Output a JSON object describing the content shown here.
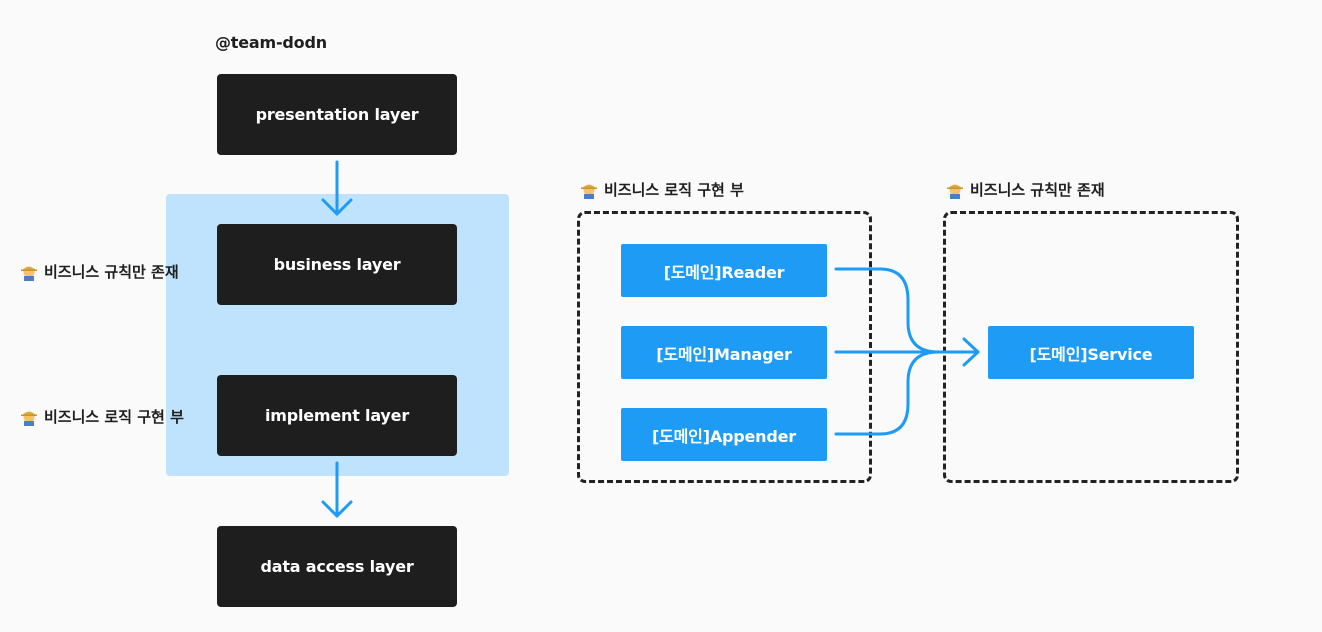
{
  "handle": "@team-dodn",
  "layers": {
    "presentation": "presentation layer",
    "business": "business layer",
    "implement": "implement layer",
    "data_access": "data access layer"
  },
  "left_labels": {
    "business_rules": "비즈니스 규칙만 존재",
    "logic_impl": "비즈니스 로직 구현 부"
  },
  "right_panel": {
    "impl_title": "비즈니스 로직 구현 부",
    "rules_title": "비즈니스 규칙만 존재",
    "components": [
      "[도메인]Reader",
      "[도메인]Manager",
      "[도메인]Appender"
    ],
    "service": "[도메인]Service"
  },
  "colors": {
    "highlight": "#bfe3fd",
    "dark_box": "#1e1e1e",
    "blue": "#1e9bf5",
    "arrow": "#1e9bf5"
  },
  "icons": [
    "farmer-emoji-icon"
  ]
}
